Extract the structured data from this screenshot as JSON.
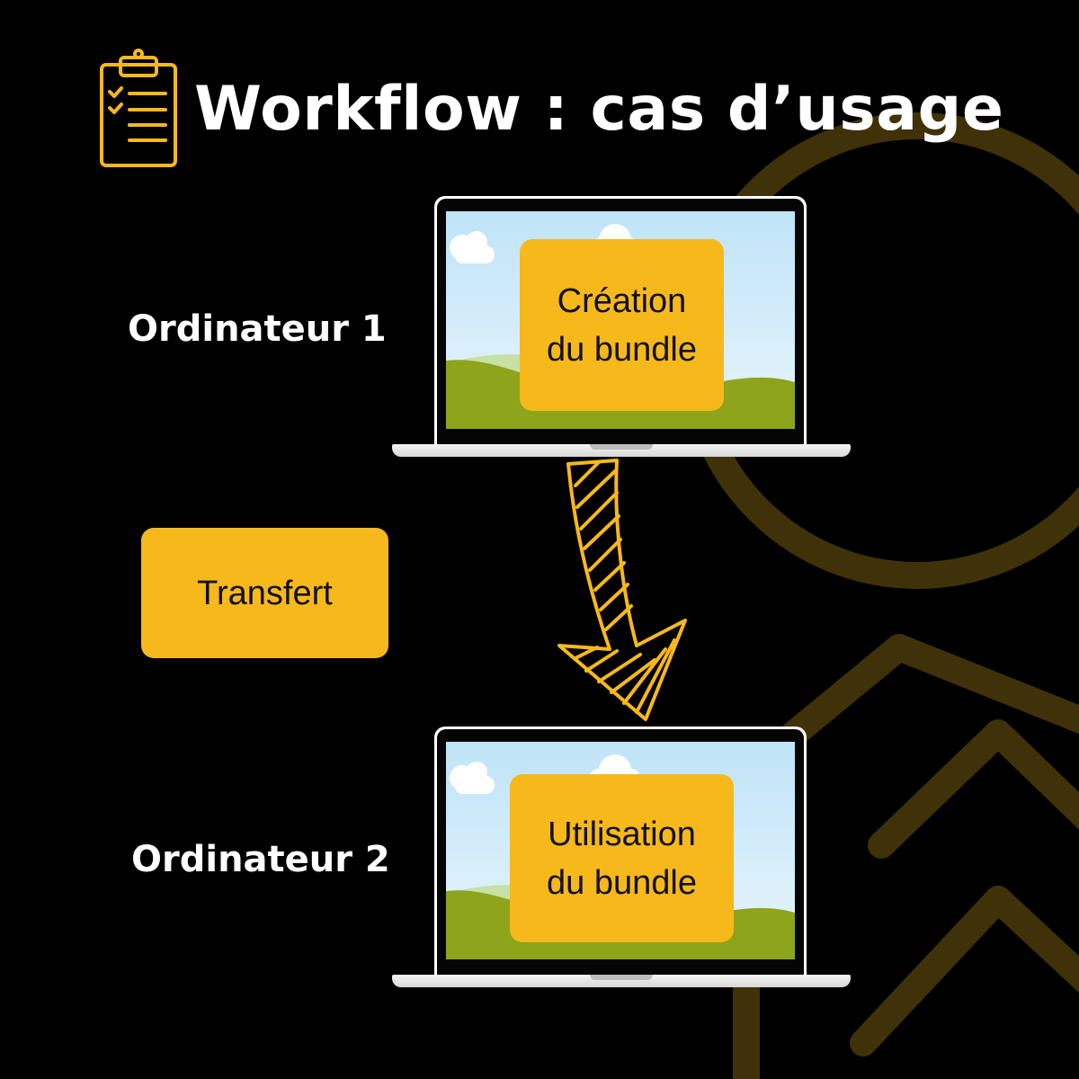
{
  "title": "Workflow : cas d’usage",
  "icons": {
    "title_icon": "clipboard-checklist-icon",
    "flow_arrow": "down-arrow-icon"
  },
  "colors": {
    "accent": "#f7b81b",
    "background": "#000000",
    "decoration": "#3f3208",
    "text": "#ffffff"
  },
  "computers": [
    {
      "label": "Ordinateur 1",
      "step_line1": "Création",
      "step_line2": "du bundle"
    },
    {
      "label": "Ordinateur 2",
      "step_line1": "Utilisation",
      "step_line2": "du bundle"
    }
  ],
  "transfer": {
    "label": "Transfert"
  }
}
